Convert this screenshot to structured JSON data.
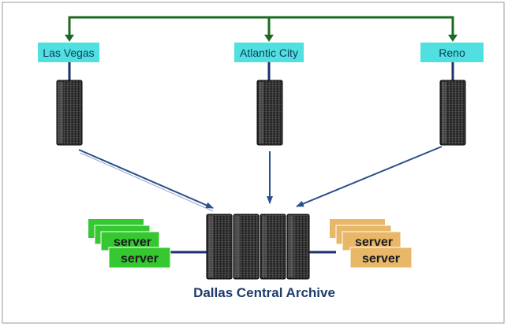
{
  "sites": [
    {
      "label": "Las Vegas"
    },
    {
      "label": "Atlantic City"
    },
    {
      "label": "Reno"
    }
  ],
  "archive": {
    "label": "Dallas Central Archive"
  },
  "server_stacks": [
    {
      "label": "server",
      "color": "#35c831"
    },
    {
      "label": "server",
      "color": "#e8b768"
    }
  ],
  "colors": {
    "top_link": "#1c6a22",
    "site_label_bg": "#4fe0df",
    "arrow": "#2b4f8a",
    "frame": "#9a9a9a"
  }
}
